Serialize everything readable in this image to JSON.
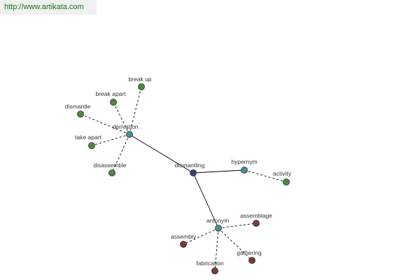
{
  "header": {
    "url": "http://www.artikata.com"
  },
  "graph": {
    "colors": {
      "root": "#3a3f80",
      "relation": "#4a9090",
      "group_derivation": "#4a8a3e",
      "group_hypernym": "#4a8a3e",
      "group_antonym": "#7a3c3c",
      "edge": "#000000"
    },
    "root": {
      "id": "dismantling",
      "label": "dismantling"
    },
    "relations": [
      {
        "id": "derivation",
        "label": "derivation",
        "group": "group_derivation"
      },
      {
        "id": "hypernym",
        "label": "hypernym",
        "group": "group_hypernym"
      },
      {
        "id": "antonym",
        "label": "antonym",
        "group": "group_antonym"
      }
    ],
    "terms": [
      {
        "id": "break-up",
        "label": "break up",
        "relation": "derivation"
      },
      {
        "id": "break-apart",
        "label": "break apart",
        "relation": "derivation"
      },
      {
        "id": "dismantle",
        "label": "dismantle",
        "relation": "derivation"
      },
      {
        "id": "take-apart",
        "label": "take apart",
        "relation": "derivation"
      },
      {
        "id": "disassemble",
        "label": "disassemble",
        "relation": "derivation"
      },
      {
        "id": "activity",
        "label": "activity",
        "relation": "hypernym"
      },
      {
        "id": "assemblage",
        "label": "assemblage",
        "relation": "antonym"
      },
      {
        "id": "assembly",
        "label": "assembly",
        "relation": "antonym"
      },
      {
        "id": "gathering",
        "label": "gathering",
        "relation": "antonym"
      },
      {
        "id": "fabrication",
        "label": "fabrication",
        "relation": "antonym"
      }
    ]
  }
}
